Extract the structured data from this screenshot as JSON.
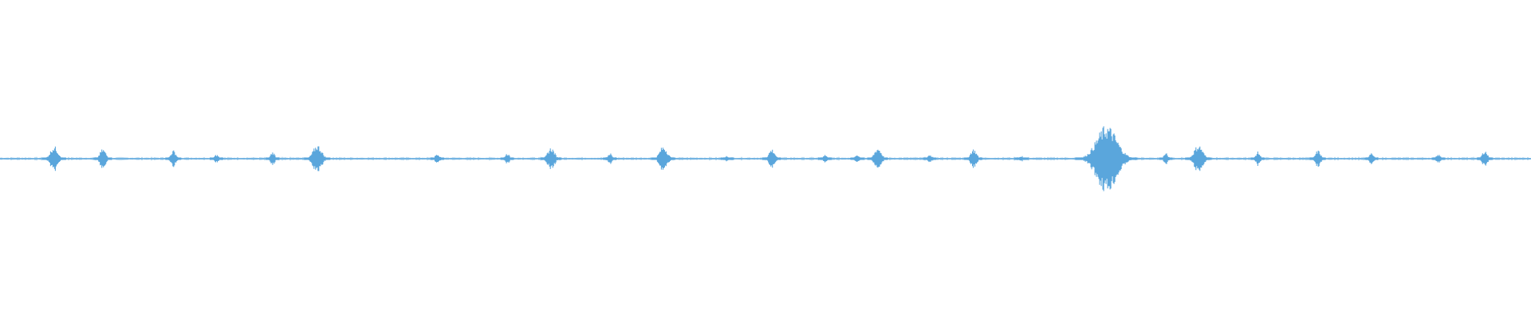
{
  "waveform": {
    "color": "#5aa6dc",
    "background": "#ffffff",
    "amplitude_range": [
      -1,
      1
    ],
    "baseline_level": 0,
    "events": [
      {
        "t": 0.0354,
        "amp": 0.09
      },
      {
        "t": 0.0672,
        "amp": 0.07
      },
      {
        "t": 0.1133,
        "amp": 0.06
      },
      {
        "t": 0.1414,
        "amp": 0.03
      },
      {
        "t": 0.1781,
        "amp": 0.05
      },
      {
        "t": 0.2073,
        "amp": 0.1
      },
      {
        "t": 0.2857,
        "amp": 0.04
      },
      {
        "t": 0.3313,
        "amp": 0.04
      },
      {
        "t": 0.36,
        "amp": 0.08
      },
      {
        "t": 0.3984,
        "amp": 0.04
      },
      {
        "t": 0.4333,
        "amp": 0.09
      },
      {
        "t": 0.475,
        "amp": 0.02
      },
      {
        "t": 0.5042,
        "amp": 0.07
      },
      {
        "t": 0.5388,
        "amp": 0.03
      },
      {
        "t": 0.5599,
        "amp": 0.03
      },
      {
        "t": 0.5734,
        "amp": 0.08
      },
      {
        "t": 0.6073,
        "amp": 0.03
      },
      {
        "t": 0.6359,
        "amp": 0.07
      },
      {
        "t": 0.6672,
        "amp": 0.02
      },
      {
        "t": 0.7229,
        "amp": 0.24
      },
      {
        "t": 0.7615,
        "amp": 0.04
      },
      {
        "t": 0.7828,
        "amp": 0.1
      },
      {
        "t": 0.8216,
        "amp": 0.05
      },
      {
        "t": 0.8609,
        "amp": 0.06
      },
      {
        "t": 0.8958,
        "amp": 0.05
      },
      {
        "t": 0.9396,
        "amp": 0.03
      },
      {
        "t": 0.9698,
        "amp": 0.06
      }
    ]
  }
}
